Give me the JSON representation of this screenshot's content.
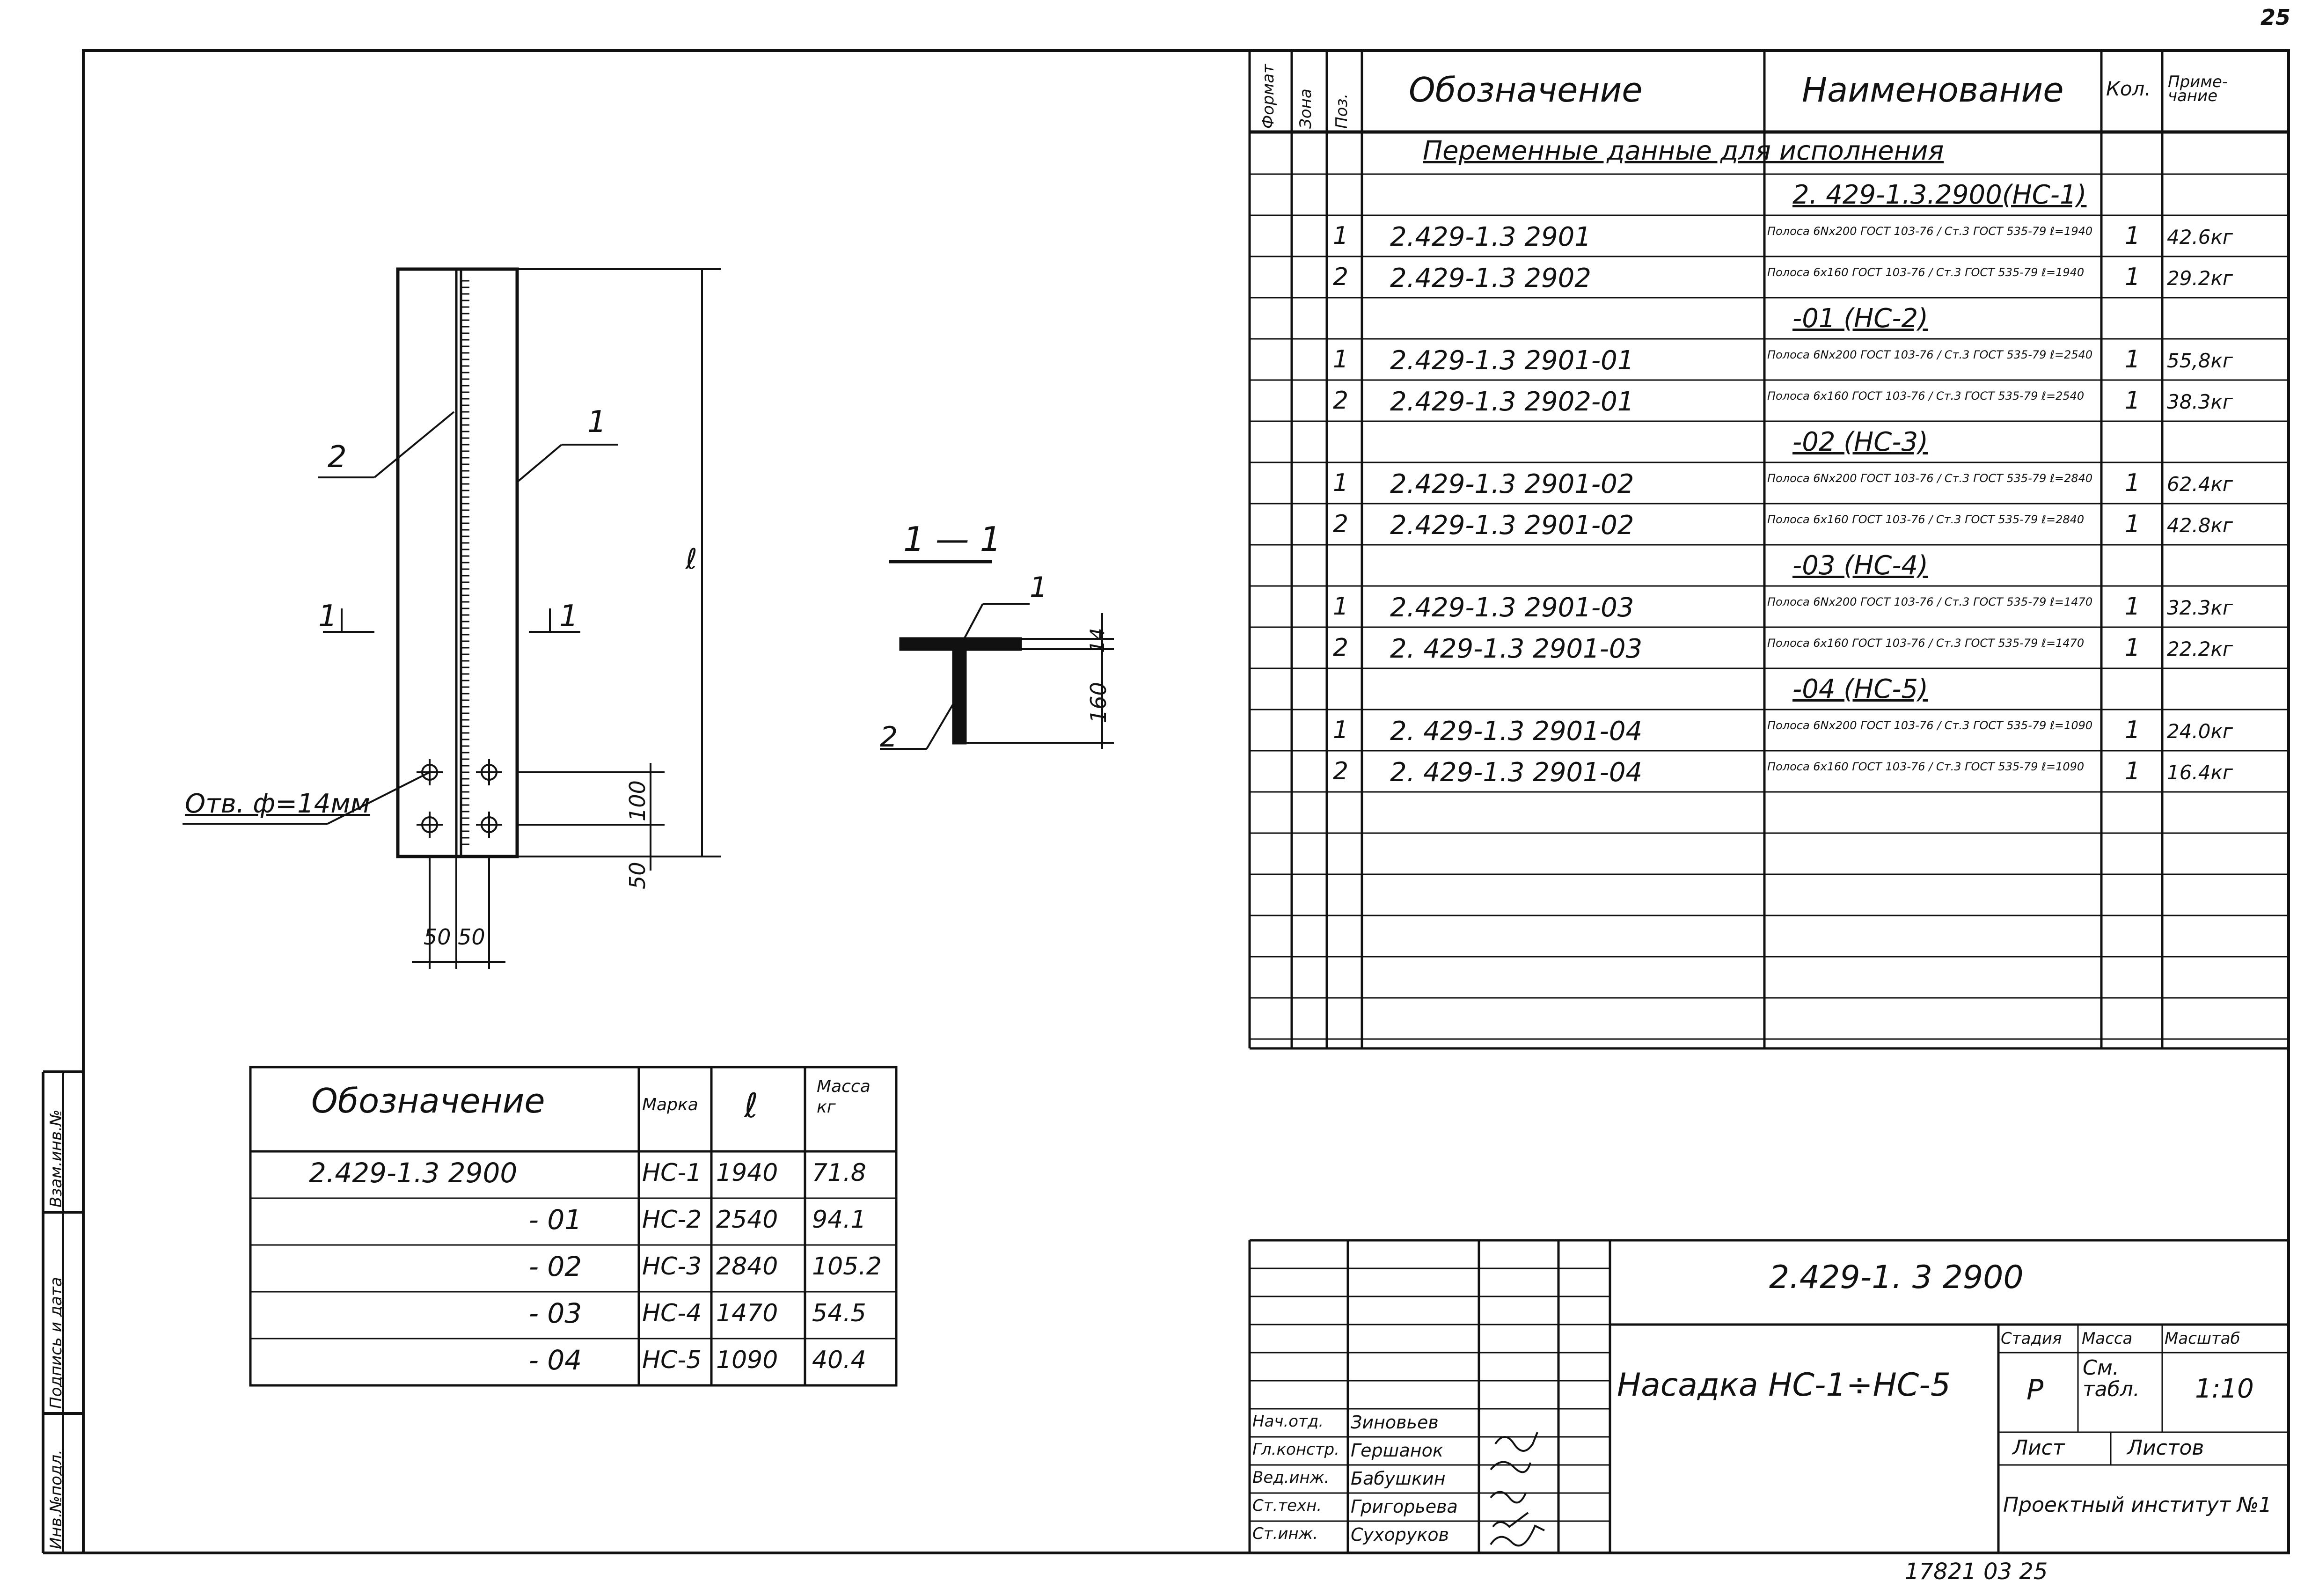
{
  "page_number": "25",
  "bottom_code": "17821  03  25",
  "spec": {
    "headers": {
      "format": "Формат",
      "zone": "Зона",
      "pos": "Поз.",
      "designation": "Обозначение",
      "name": "Наименование",
      "qty": "Кол.",
      "note": "Приме-\nчание"
    },
    "section_title": "Переменные данные для исполнения",
    "rows": [
      {
        "pos": "",
        "designation": "",
        "name": "2. 429-1.3.2900(НС-1)",
        "qty": "",
        "note": ""
      },
      {
        "pos": "1",
        "designation": "2.429-1.3 2901",
        "name": "Полоса 6Nx200 ГОСТ 103-76 / Ст.3 ГОСТ 535-79  ℓ=1940",
        "qty": "1",
        "note": "42.6кг"
      },
      {
        "pos": "2",
        "designation": "2.429-1.3 2902",
        "name": "Полоса 6x160 ГОСТ 103-76 / Ст.3 ГОСТ 535-79  ℓ=1940",
        "qty": "1",
        "note": "29.2кг"
      },
      {
        "pos": "",
        "designation": "",
        "name": "-01 (НС-2)",
        "qty": "",
        "note": ""
      },
      {
        "pos": "1",
        "designation": "2.429-1.3 2901-01",
        "name": "Полоса 6Nx200 ГОСТ 103-76 / Ст.3 ГОСТ 535-79  ℓ=2540",
        "qty": "1",
        "note": "55,8кг"
      },
      {
        "pos": "2",
        "designation": "2.429-1.3 2902-01",
        "name": "Полоса 6x160 ГОСТ 103-76 / Ст.3 ГОСТ 535-79  ℓ=2540",
        "qty": "1",
        "note": "38.3кг"
      },
      {
        "pos": "",
        "designation": "",
        "name": "-02 (НС-3)",
        "qty": "",
        "note": ""
      },
      {
        "pos": "1",
        "designation": "2.429-1.3 2901-02",
        "name": "Полоса 6Nx200 ГОСТ 103-76 / Ст.3 ГОСТ 535-79  ℓ=2840",
        "qty": "1",
        "note": "62.4кг"
      },
      {
        "pos": "2",
        "designation": "2.429-1.3 2901-02",
        "name": "Полоса 6x160 ГОСТ 103-76 / Ст.3 ГОСТ 535-79  ℓ=2840",
        "qty": "1",
        "note": "42.8кг"
      },
      {
        "pos": "",
        "designation": "",
        "name": "-03 (НС-4)",
        "qty": "",
        "note": ""
      },
      {
        "pos": "1",
        "designation": "2.429-1.3 2901-03",
        "name": "Полоса 6Nx200 ГОСТ 103-76 / Ст.3 ГОСТ 535-79  ℓ=1470",
        "qty": "1",
        "note": "32.3кг"
      },
      {
        "pos": "2",
        "designation": "2. 429-1.3 2901-03",
        "name": "Полоса 6x160 ГОСТ 103-76 / Ст.3 ГОСТ 535-79  ℓ=1470",
        "qty": "1",
        "note": "22.2кг"
      },
      {
        "pos": "",
        "designation": "",
        "name": "-04 (НС-5)",
        "qty": "",
        "note": ""
      },
      {
        "pos": "1",
        "designation": "2. 429-1.3 2901-04",
        "name": "Полоса 6Nx200 ГОСТ 103-76 / Ст.3 ГОСТ 535-79  ℓ=1090",
        "qty": "1",
        "note": "24.0кг"
      },
      {
        "pos": "2",
        "designation": "2. 429-1.3 2901-04",
        "name": "Полоса 6x160 ГОСТ 103-76 / Ст.3 ГОСТ 535-79  ℓ=1090",
        "qty": "1",
        "note": "16.4кг"
      }
    ]
  },
  "drawing": {
    "label_part1": "1",
    "label_part2": "2",
    "section_mark": "1",
    "length_label": "ℓ",
    "hole_note": "Отв. ф=14мм",
    "dim_100": "100",
    "dim_50": "50",
    "dim_50_50": "50 50",
    "section_title": "1 — 1",
    "dim_14": "14",
    "dim_160": "160"
  },
  "variants_table": {
    "headers": {
      "designation": "Обозначение",
      "mark": "Марка",
      "length": "ℓ",
      "mass": "Масса\nкг"
    },
    "rows": [
      {
        "designation": "2.429-1.3  2900",
        "mark": "НС-1",
        "length": "1940",
        "mass": "71.8"
      },
      {
        "designation": "- 01",
        "mark": "НС-2",
        "length": "2540",
        "mass": "94.1"
      },
      {
        "designation": "- 02",
        "mark": "НС-3",
        "length": "2840",
        "mass": "105.2"
      },
      {
        "designation": "- 03",
        "mark": "НС-4",
        "length": "1470",
        "mass": "54.5"
      },
      {
        "designation": "- 04",
        "mark": "НС-5",
        "length": "1090",
        "mass": "40.4"
      }
    ]
  },
  "title_block": {
    "doc_number": "2.429-1. 3 2900",
    "doc_name": "Насадка НС-1÷НС-5",
    "stage_label": "Стадия",
    "mass_label": "Масса",
    "scale_label": "Масштаб",
    "stage": "Р",
    "mass": "См. табл.",
    "scale": "1:10",
    "sheet_label": "Лист",
    "sheets_label": "Листов",
    "organization": "Проектный институт №1",
    "signatures": [
      {
        "role": "Нач.отд.",
        "name": "Зиновьев"
      },
      {
        "role": "Гл.констр.",
        "name": "Гершанок"
      },
      {
        "role": "Вед.инж.",
        "name": "Бабушкин"
      },
      {
        "role": "Ст.техн.",
        "name": "Григорьева"
      },
      {
        "role": "Ст.инж.",
        "name": "Сухоруков"
      }
    ]
  },
  "side_stamp": {
    "inv_no": "Инв.№подл.",
    "sign_date": "Подпись и дата",
    "replaces": "Взам.инв.№"
  }
}
